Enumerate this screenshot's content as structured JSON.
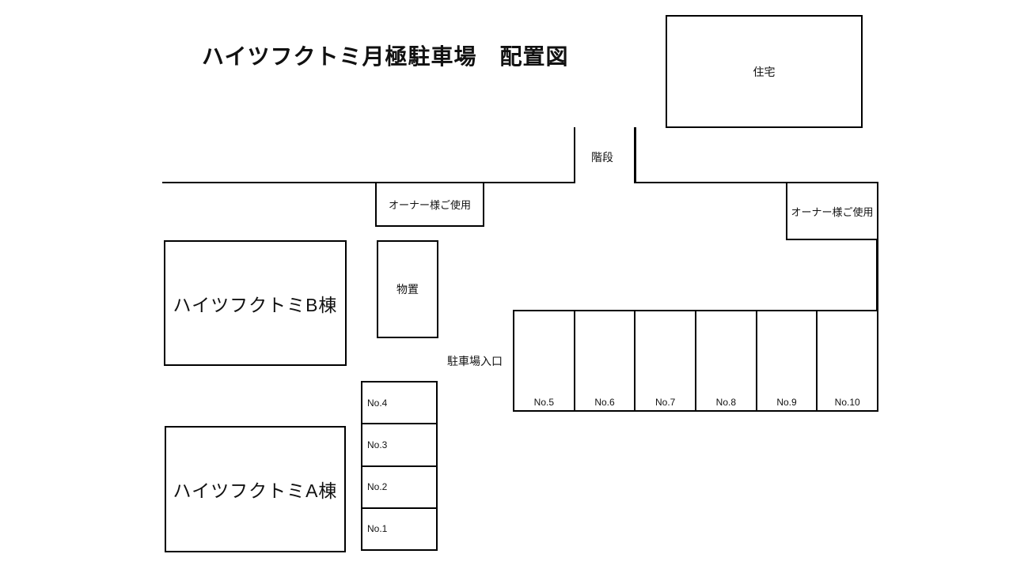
{
  "title": "ハイツフクトミ月極駐車場　配置図",
  "colors": {
    "line": "#000000",
    "background": "#ffffff",
    "text": "#111111"
  },
  "buildings": {
    "house": {
      "label": "住宅"
    },
    "building_b": {
      "label": "ハイツフクトミB棟"
    },
    "building_a": {
      "label": "ハイツフクトミA棟"
    },
    "shed": {
      "label": "物置"
    }
  },
  "areas": {
    "stairs": {
      "label": "階段"
    },
    "entrance": {
      "label": "駐車場入口"
    },
    "owner_left": {
      "label": "オーナー様ご使用"
    },
    "owner_right": {
      "label": "オーナー様ご使用"
    }
  },
  "parking_row": {
    "spaces": [
      {
        "label": "No.5"
      },
      {
        "label": "No.6"
      },
      {
        "label": "No.7"
      },
      {
        "label": "No.8"
      },
      {
        "label": "No.9"
      },
      {
        "label": "No.10"
      }
    ]
  },
  "parking_stack": {
    "spaces": [
      {
        "label": "No.4"
      },
      {
        "label": "No.3"
      },
      {
        "label": "No.2"
      },
      {
        "label": "No.1"
      }
    ]
  }
}
